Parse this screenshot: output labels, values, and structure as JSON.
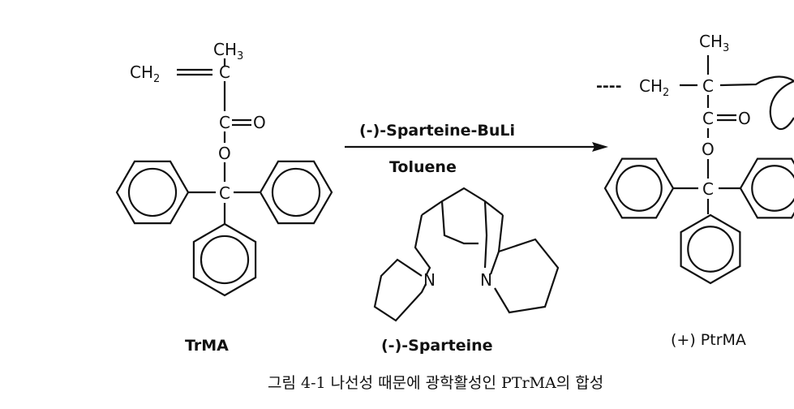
{
  "reactant": {
    "label": "TrMA",
    "methyl": "CH",
    "methyl_sub": "3",
    "vinyl": "CH",
    "vinyl_sub": "2",
    "carbon": "C",
    "oxygen": "O"
  },
  "reagent": {
    "line1": "(-)-Sparteine-BuLi",
    "line2": "Toluene",
    "catalyst_label": "(-)-Sparteine",
    "nitrogen": "N"
  },
  "product": {
    "label": "(+) PtrMA",
    "chain": "CH",
    "chain_sub": "2",
    "chain_prefix": "----",
    "methyl": "CH",
    "methyl_sub": "3"
  },
  "caption": "그림 4-1  나선성 때문에 광학활성인 PTrMA의 합성"
}
